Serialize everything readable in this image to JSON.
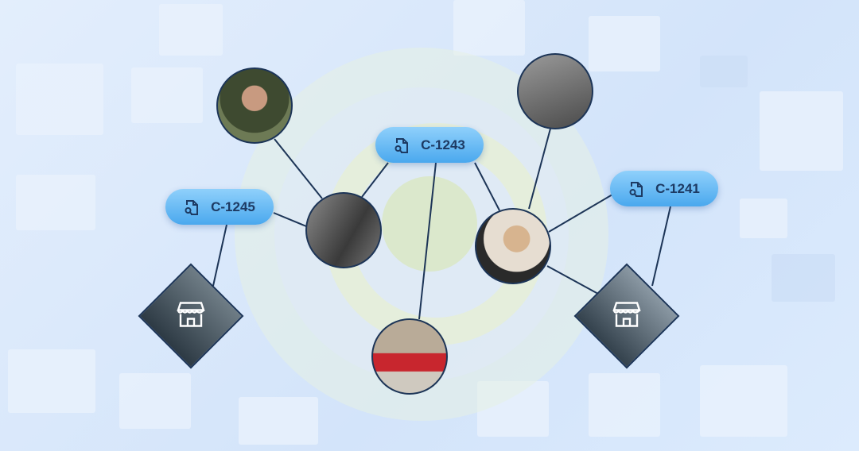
{
  "cases": [
    {
      "id": "C-1243",
      "icon": "file-search-icon"
    },
    {
      "id": "C-1241",
      "icon": "file-search-icon"
    },
    {
      "id": "C-1245",
      "icon": "file-search-icon"
    }
  ],
  "locations": [
    {
      "icon": "store-icon"
    },
    {
      "icon": "store-icon"
    }
  ],
  "colors": {
    "pill": "#4aa8ee",
    "line": "#1d3557",
    "ring": "#e8f0c8"
  }
}
